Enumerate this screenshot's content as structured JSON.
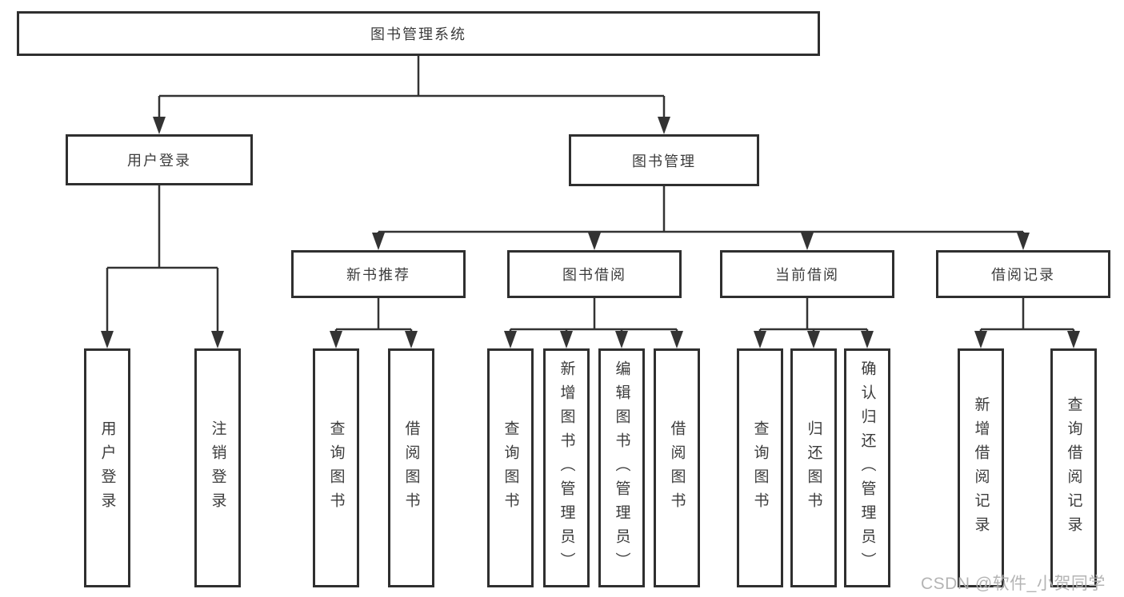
{
  "tree": {
    "label": "图书管理系统",
    "children": [
      {
        "label": "用户登录",
        "children": [
          {
            "label": "用户登录"
          },
          {
            "label": "注销登录"
          }
        ]
      },
      {
        "label": "图书管理",
        "children": [
          {
            "label": "新书推荐",
            "children": [
              {
                "label": "查询图书"
              },
              {
                "label": "借阅图书"
              }
            ]
          },
          {
            "label": "图书借阅",
            "children": [
              {
                "label": "查询图书"
              },
              {
                "label": "新增图书（管理员）"
              },
              {
                "label": "编辑图书（管理员）"
              },
              {
                "label": "借阅图书"
              }
            ]
          },
          {
            "label": "当前借阅",
            "children": [
              {
                "label": "查询图书"
              },
              {
                "label": "归还图书"
              },
              {
                "label": "确认归还（管理员）"
              }
            ]
          },
          {
            "label": "借阅记录",
            "children": [
              {
                "label": "新增借阅记录"
              },
              {
                "label": "查询借阅记录"
              }
            ]
          }
        ]
      }
    ]
  },
  "watermark": {
    "text": "CSDN @软件_小贺同学"
  },
  "colors": {
    "line": "#333333",
    "box_border": "#2f2f2f",
    "text": "#3c3c3c",
    "watermark": "#b0b0b0",
    "background": "#ffffff"
  }
}
